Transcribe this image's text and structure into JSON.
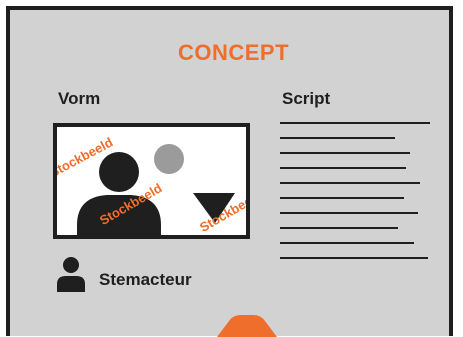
{
  "card": {
    "title": "CONCEPT",
    "vorm_heading": "Vorm",
    "script_heading": "Script"
  },
  "image_placeholder": {
    "watermarks": [
      "Stockbeeld",
      "Stockbeeld",
      "Stockbeeld"
    ]
  },
  "actor": {
    "label": "Stemacteur",
    "icon": "person-icon"
  },
  "colors": {
    "accent": "#f06e2b",
    "background": "#d2d2d3",
    "ink": "#1f1f1f"
  }
}
